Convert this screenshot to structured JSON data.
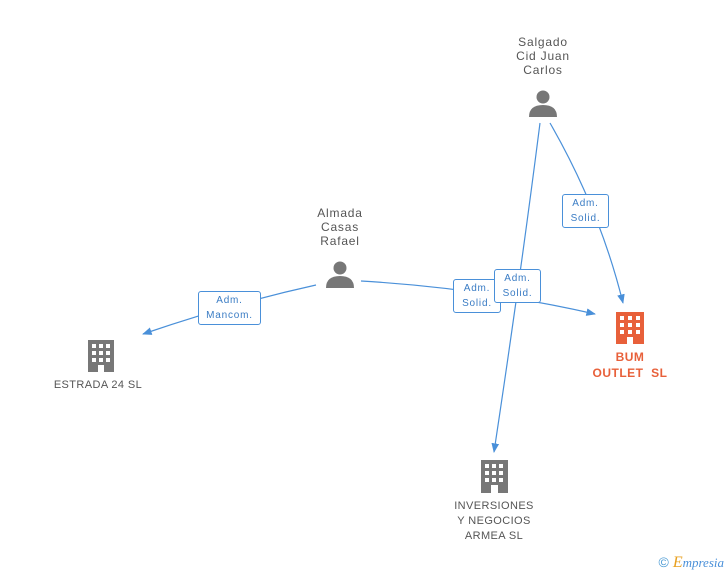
{
  "nodes": {
    "salgado": {
      "lines": [
        "Salgado",
        "Cid Juan",
        "Carlos"
      ],
      "icon": "person-icon"
    },
    "almada": {
      "lines": [
        "Almada",
        "Casas",
        "Rafael"
      ],
      "icon": "person-icon"
    },
    "bum": {
      "lines": [
        "BUM",
        "OUTLET  SL"
      ],
      "icon": "building-icon",
      "color": "#e8603a"
    },
    "estrada": {
      "lines": [
        "ESTRADA 24 SL"
      ],
      "icon": "building-icon"
    },
    "inversiones": {
      "lines": [
        "INVERSIONES",
        "Y NEGOCIOS",
        "ARMEA SL"
      ],
      "icon": "building-icon"
    }
  },
  "edges": {
    "almada_estrada": [
      "Adm.",
      "Mancom."
    ],
    "almada_bum": [
      "Adm.",
      "Solid."
    ],
    "salgado_inversiones": [
      "Adm.",
      "Solid."
    ],
    "salgado_bum": [
      "Adm.",
      "Solid."
    ]
  },
  "colors": {
    "edge": "#4a90d9",
    "person": "#777777",
    "company": "#777777",
    "main_company": "#e8603a"
  },
  "footer": {
    "copyright": "©",
    "brand_first": "E",
    "brand_rest": "mpresia"
  }
}
